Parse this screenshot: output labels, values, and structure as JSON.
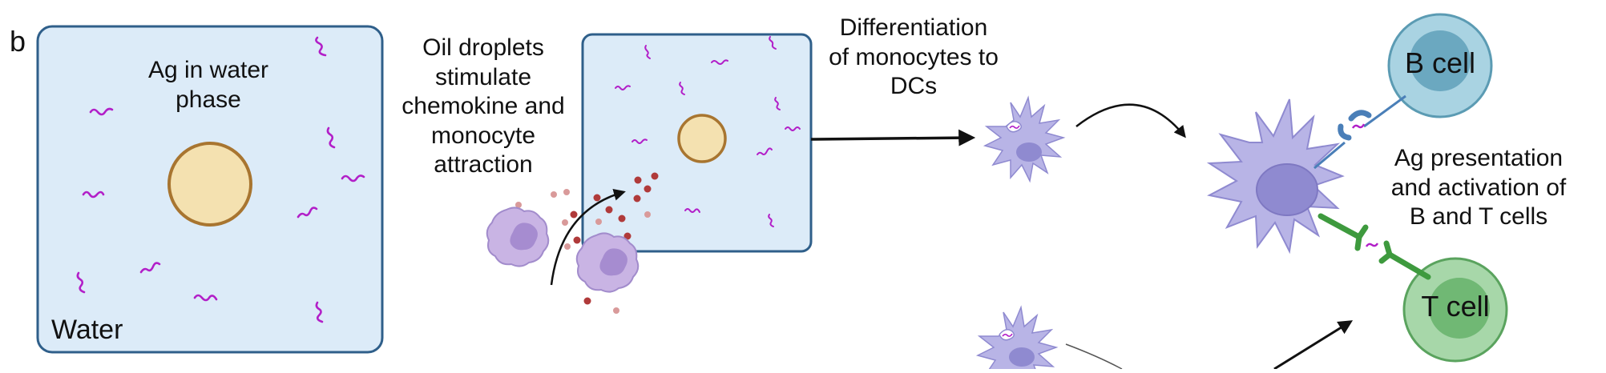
{
  "panel_label": "b",
  "water_box": {
    "label": "Water",
    "ag_label_line1": "Ag in water",
    "ag_label_line2": "phase"
  },
  "oil_text": {
    "line1": "Oil droplets",
    "line2": "stimulate",
    "line3": "chemokine and",
    "line4": "monocyte",
    "line5": "attraction"
  },
  "differentiation_text": {
    "line1": "Differentiation",
    "line2": "of monocytes to",
    "line3": "DCs"
  },
  "presentation_text": {
    "line1": "Ag presentation",
    "line2": "and activation of",
    "line3": "B and T cells"
  },
  "cells": {
    "b_cell": "B cell",
    "t_cell": "T cell"
  },
  "colors": {
    "box_fill": "#dcebf8",
    "box_stroke": "#2f5f8a",
    "antigen": "#b21fc8",
    "droplet_fill": "#f4e1b0",
    "droplet_stroke": "#a87530",
    "dc_fill": "#b8b4e6",
    "monocyte_fill": "#c9b4e4",
    "chemokine": "#b03a3a",
    "b_cell": "#a9d3e2",
    "t_cell": "#a7d7a9",
    "receptor_green": "#3e9a3e",
    "bcr_blue": "#4a7fb8"
  }
}
